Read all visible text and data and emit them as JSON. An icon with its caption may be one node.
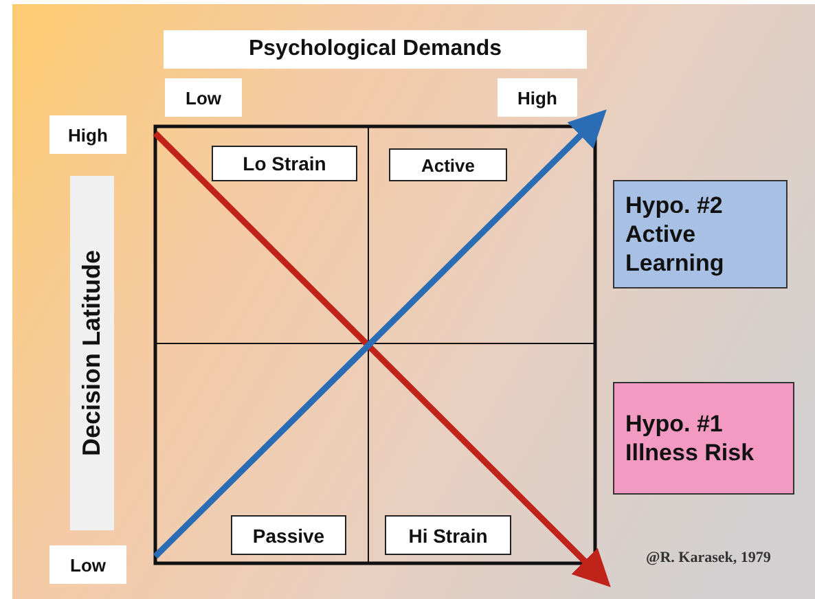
{
  "diagram": {
    "nodes": [
      {
        "text": [
          "Psychological Demands"
        ]
      },
      {
        "text": [
          "Low"
        ]
      },
      {
        "text": [
          "High"
        ]
      },
      {
        "text": [
          "High"
        ]
      },
      {
        "text": [
          "Lo Strain"
        ]
      },
      {
        "text": [
          "Active"
        ]
      },
      {
        "text": [
          "Hypo. #2 Active Learning"
        ]
      },
      {
        "text": [
          "Decision Latitude"
        ]
      },
      {
        "text": [
          "Hypo. #1 Illness Risk"
        ]
      },
      {
        "text": [
          "Passive"
        ]
      },
      {
        "text": [
          "Hi Strain"
        ]
      },
      {
        "text": [
          "Low"
        ]
      }
    ],
    "labels": [
      "@R. Karasek, 1979"
    ]
  }
}
